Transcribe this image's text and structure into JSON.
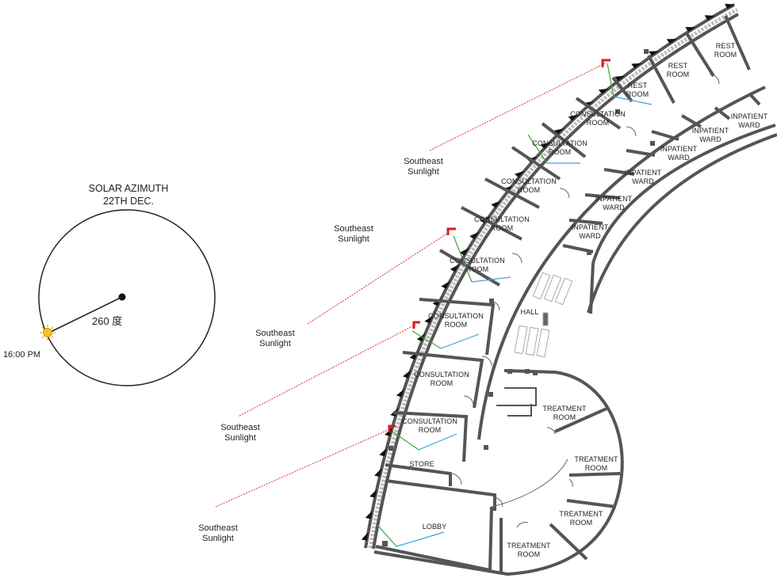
{
  "solar": {
    "title_line1": "SOLAR AZIMUTH",
    "title_line2": "22TH DEC.",
    "angle": "260 度",
    "time": "16:00 PM"
  },
  "sunlight_labels": [
    {
      "line1": "Southeast",
      "line2": "Sunlight"
    },
    {
      "line1": "Southeast",
      "line2": "Sunlight"
    },
    {
      "line1": "Southeast",
      "line2": "Sunlight"
    },
    {
      "line1": "Southeast",
      "line2": "Sunlight"
    },
    {
      "line1": "Southeast",
      "line2": "Sunlight"
    }
  ],
  "rooms": {
    "rest_room_1": {
      "line1": "REST",
      "line2": "ROOM"
    },
    "rest_room_2": {
      "line1": "REST",
      "line2": "ROOM"
    },
    "rest_room_3": {
      "line1": "REST",
      "line2": "ROOM"
    },
    "consultation_1": {
      "line1": "CONSULTATION",
      "line2": "ROOM"
    },
    "consultation_2": {
      "line1": "CONSULTATION",
      "line2": "ROOM"
    },
    "consultation_3": {
      "line1": "CONSULTATION",
      "line2": "ROOM"
    },
    "consultation_4": {
      "line1": "CONSULTATION",
      "line2": "ROOM"
    },
    "consultation_5": {
      "line1": "CONSULTATION",
      "line2": "ROOM"
    },
    "consultation_6": {
      "line1": "CONSULTATION",
      "line2": "ROOM"
    },
    "consultation_7": {
      "line1": "CONSULTATION",
      "line2": "ROOM"
    },
    "consultation_8": {
      "line1": "CONSULTATION",
      "line2": "ROOM"
    },
    "inpatient_1": {
      "line1": "INPATIENT",
      "line2": "WARD"
    },
    "inpatient_2": {
      "line1": "INPATIENT",
      "line2": "WARD"
    },
    "inpatient_3": {
      "line1": "INPATIENT",
      "line2": "WARD"
    },
    "inpatient_4": {
      "line1": "INPATIENT",
      "line2": "WARD"
    },
    "inpatient_5": {
      "line1": "INPATIENT",
      "line2": "WARD"
    },
    "inpatient_6": {
      "line1": "INPATIENT",
      "line2": "WARD"
    },
    "hall": "HALL",
    "store": "STORE",
    "lobby": "LOBBY",
    "treatment_1": {
      "line1": "TREATMENT",
      "line2": "ROOM"
    },
    "treatment_2": {
      "line1": "TREATMENT",
      "line2": "ROOM"
    },
    "treatment_3": {
      "line1": "TREATMENT",
      "line2": "ROOM"
    },
    "treatment_4": {
      "line1": "TREATMENT",
      "line2": "ROOM"
    }
  },
  "colors": {
    "wall": "#555555",
    "sun_fill": "#f5c518",
    "sun_ray": "#e8a400",
    "sunlight_ray": "#e05a5a",
    "green_ray": "#3aa63a",
    "blue_ray": "#3ba3e0",
    "red_marker": "#d81b1b"
  }
}
